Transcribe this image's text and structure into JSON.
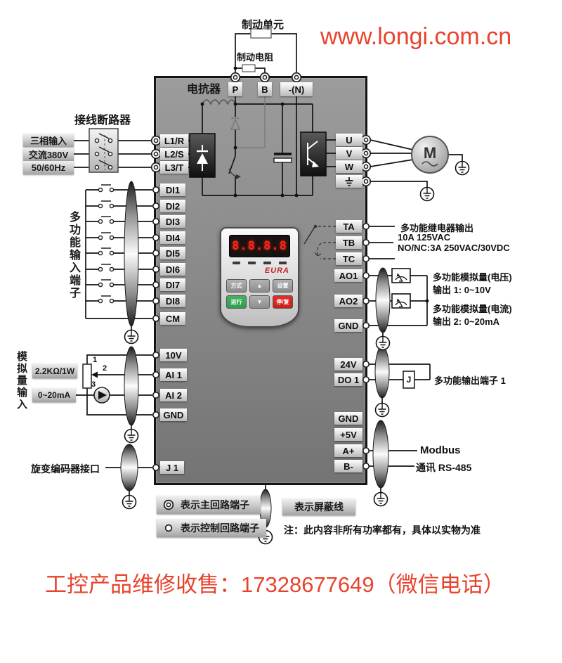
{
  "header": {
    "website": "www.longi.com.cn"
  },
  "colors": {
    "accent_red": "#e8432c",
    "display_red": "#ff2418",
    "run_green": "#2e9e4e",
    "stop_red": "#c81f1b"
  },
  "top_circuit": {
    "braking_unit": "制动单元",
    "braking_resistor": "制动电阻",
    "reactor": "电抗器",
    "terminals": [
      "P",
      "B",
      "-(N)"
    ]
  },
  "power_input": {
    "breaker": "接线断路器",
    "source": [
      "三相输入",
      "交流380V",
      "50/60Hz"
    ],
    "terminals": [
      "L1/R",
      "L2/S",
      "L3/T"
    ]
  },
  "digital_inputs": {
    "group": "多功能输入端子",
    "terminals": [
      "DI1",
      "DI2",
      "DI3",
      "DI4",
      "DI5",
      "DI6",
      "DI7",
      "DI8",
      "CM"
    ]
  },
  "analog_inputs": {
    "group": "模拟量输入",
    "pot": "2.2KΩ/1W",
    "pins": [
      "1",
      "2",
      "3"
    ],
    "current_source": "0~20mA",
    "terminals": [
      "10V",
      "AI 1",
      "AI 2",
      "GND"
    ]
  },
  "encoder": {
    "label": "旋变编码器接口",
    "terminal": "J 1"
  },
  "motor_output": {
    "terminals": [
      "U",
      "V",
      "W"
    ],
    "motor": "M"
  },
  "relay_output": {
    "terminals": [
      "TA",
      "TB",
      "TC"
    ],
    "desc": [
      "多功能继电器输出",
      "10A 125VAC",
      "NO/NC:3A 250VAC/30VDC"
    ]
  },
  "analog_outputs": {
    "terminals": [
      "AO1",
      "AO2",
      "GND"
    ],
    "voltage_desc": [
      "多功能模拟量(电压)",
      "输出 1: 0~10V"
    ],
    "current_desc": [
      "多功能模拟量(电流)",
      "输出 2: 0~20mA"
    ]
  },
  "digital_output": {
    "terminals": [
      "24V",
      "DO 1"
    ],
    "relay": "J",
    "desc": "多功能输出端子 1"
  },
  "comm": {
    "terminals": [
      "GND",
      "+5V",
      "A+",
      "B-"
    ],
    "protocol": "Modbus",
    "line2": "通讯 RS-485"
  },
  "keypad": {
    "display": "8.8.8.8",
    "brand": "EURA",
    "buttons": [
      "方式",
      "▲",
      "设置",
      "运行",
      "▼",
      "停/复"
    ]
  },
  "legend": {
    "main_terminal": "表示主回路端子",
    "control_terminal": "表示控制回路端子",
    "shield": "表示屏蔽线",
    "note": "注：此内容非所有功率都有，具体以实物为准"
  },
  "footer": {
    "text": "工控产品维修收售：17328677649（微信电话）"
  }
}
